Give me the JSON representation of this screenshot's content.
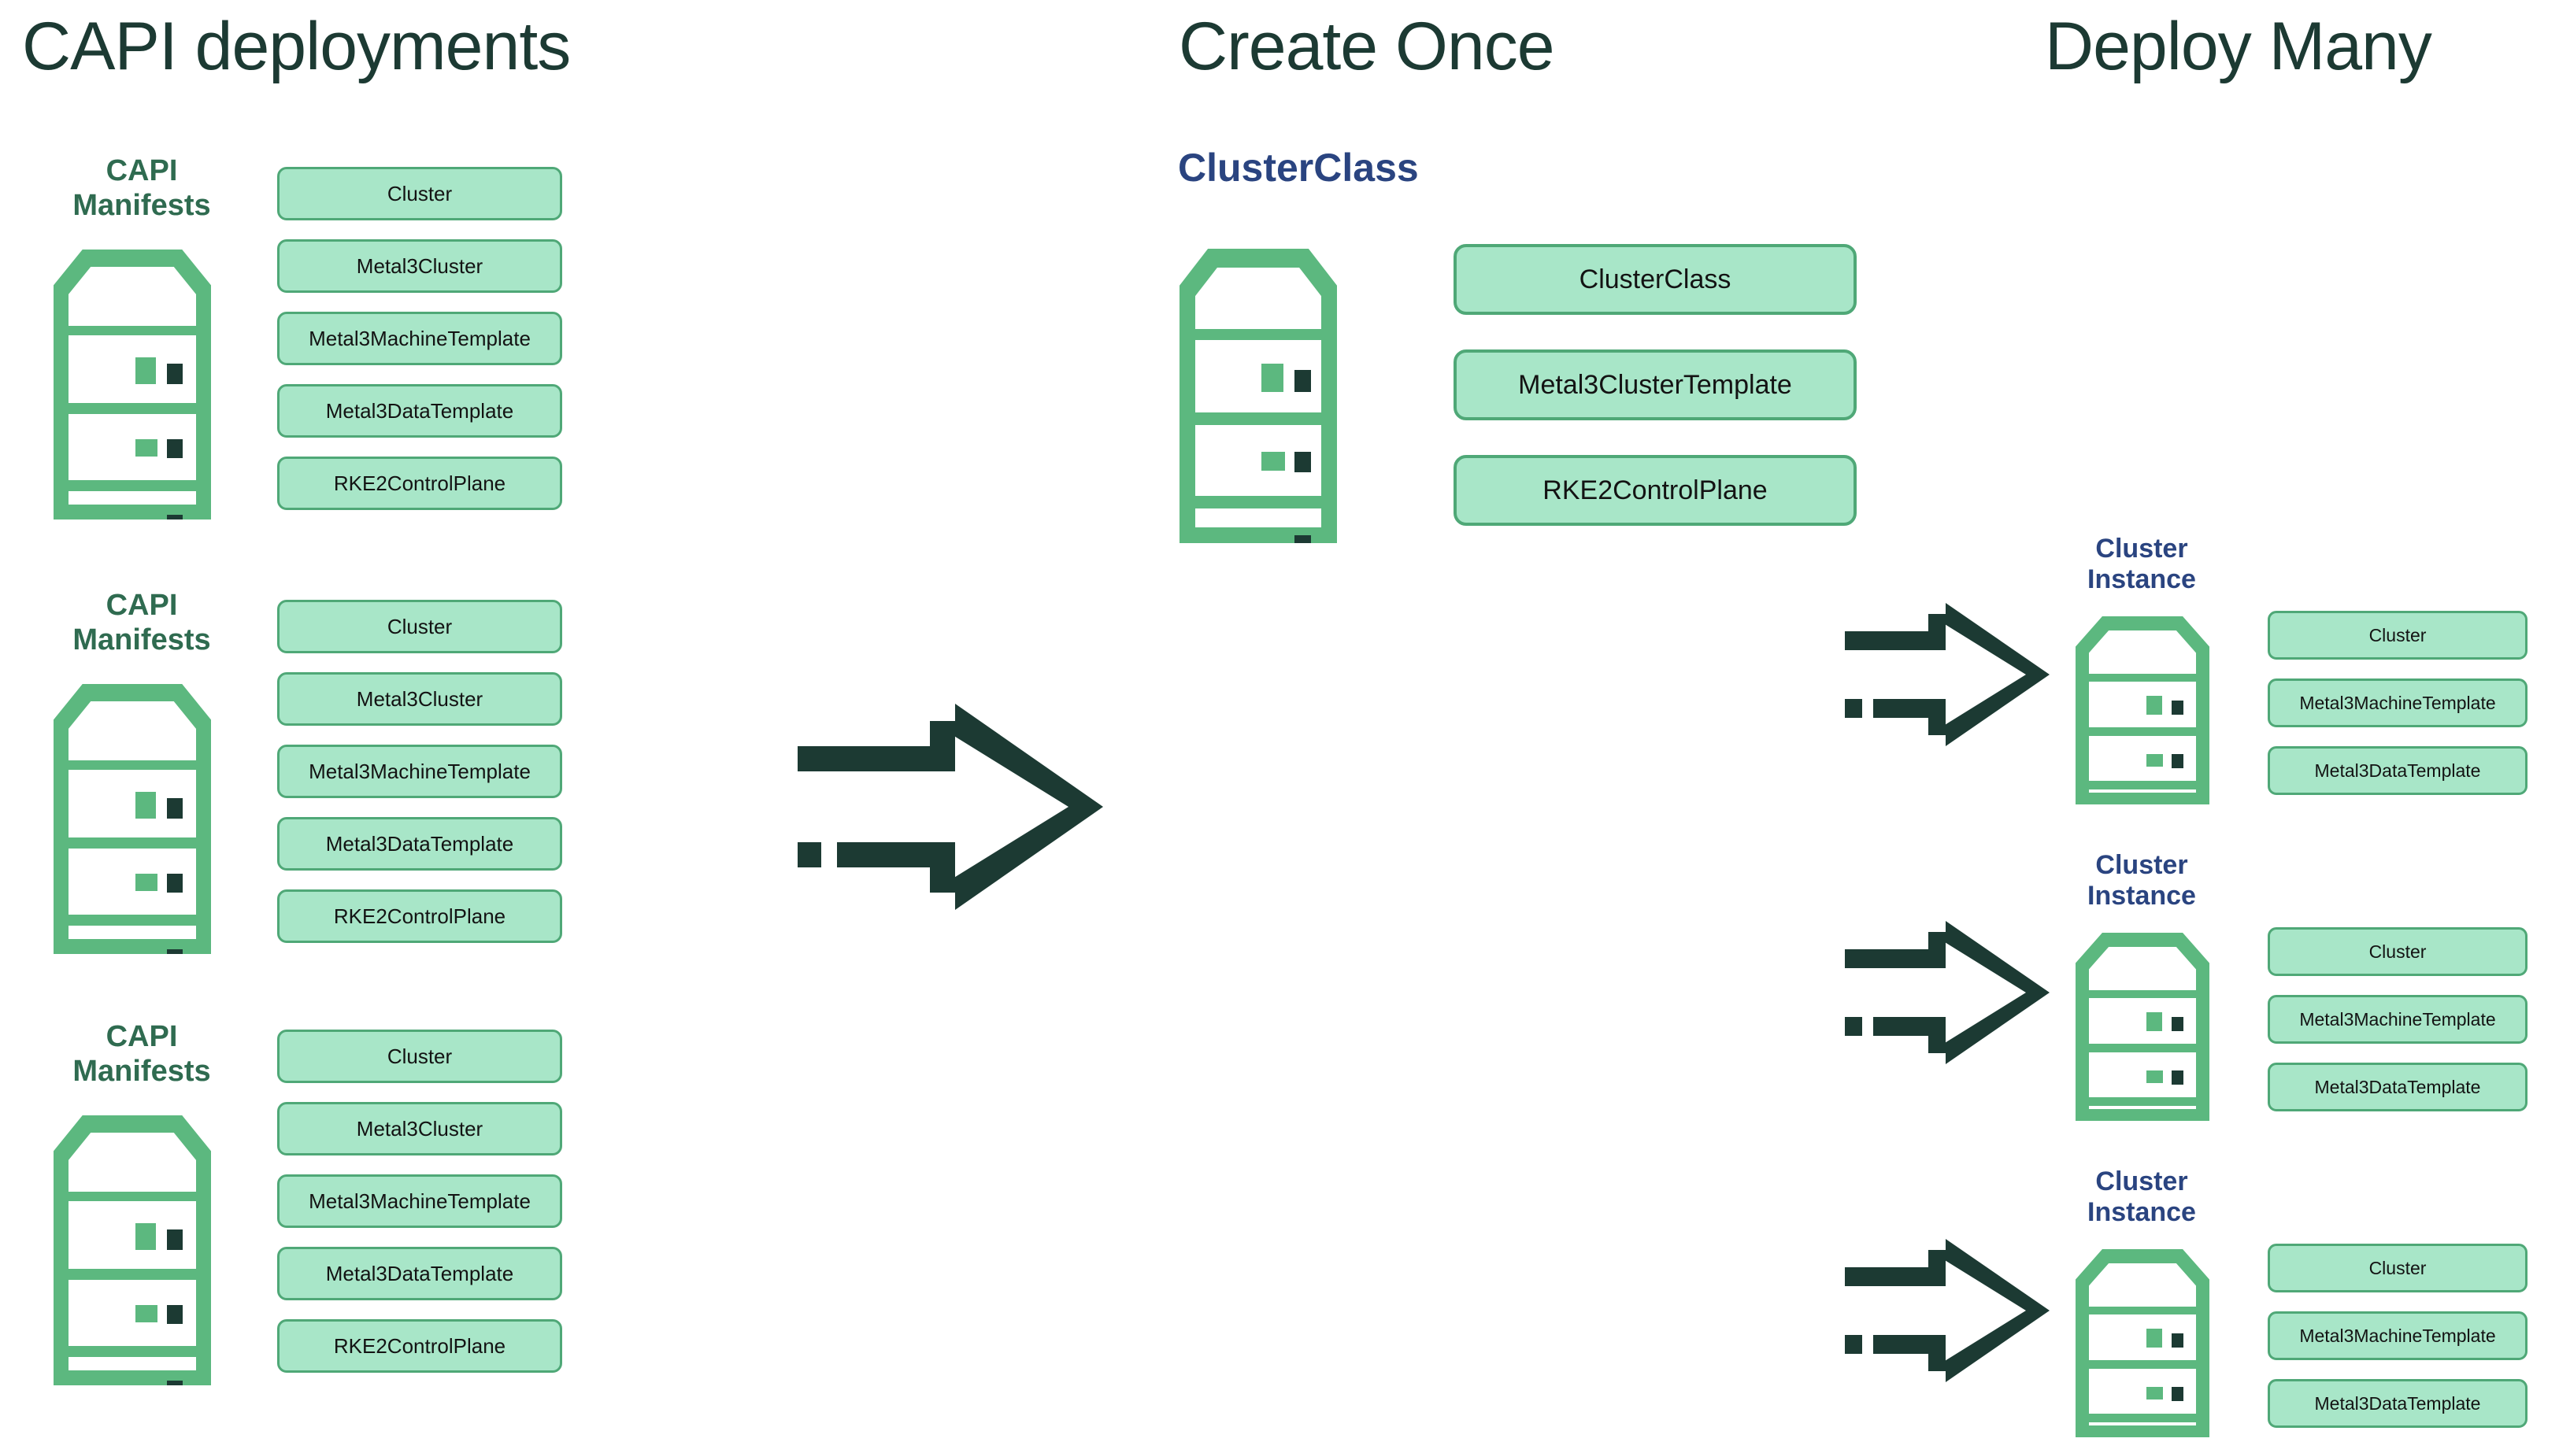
{
  "colors": {
    "mint_fill": "#A8E6C8",
    "mint_border": "#4FA877",
    "server_green": "#5CB87F",
    "dark_green_text": "#1C3A33",
    "caption_green": "#2F6B50",
    "navy": "#2A4480",
    "indicator_dark": "#1C3A33",
    "background": "#FFFFFF"
  },
  "headings": {
    "left": "CAPI deployments",
    "middle": "Create Once",
    "right": "Deploy Many"
  },
  "middle": {
    "subtitle": "ClusterClass",
    "boxes": [
      "ClusterClass",
      "Metal3ClusterTemplate",
      "RKE2ControlPlane"
    ]
  },
  "left_groups": [
    {
      "caption": "CAPI\nManifests",
      "boxes": [
        "Cluster",
        "Metal3Cluster",
        "Metal3MachineTemplate",
        "Metal3DataTemplate",
        "RKE2ControlPlane"
      ]
    },
    {
      "caption": "CAPI\nManifests",
      "boxes": [
        "Cluster",
        "Metal3Cluster",
        "Metal3MachineTemplate",
        "Metal3DataTemplate",
        "RKE2ControlPlane"
      ]
    },
    {
      "caption": "CAPI\nManifests",
      "boxes": [
        "Cluster",
        "Metal3Cluster",
        "Metal3MachineTemplate",
        "Metal3DataTemplate",
        "RKE2ControlPlane"
      ]
    }
  ],
  "right_groups": [
    {
      "caption": "Cluster\nInstance",
      "boxes": [
        "Cluster",
        "Metal3MachineTemplate",
        "Metal3DataTemplate"
      ]
    },
    {
      "caption": "Cluster\nInstance",
      "boxes": [
        "Cluster",
        "Metal3MachineTemplate",
        "Metal3DataTemplate"
      ]
    },
    {
      "caption": "Cluster\nInstance",
      "boxes": [
        "Cluster",
        "Metal3MachineTemplate",
        "Metal3DataTemplate"
      ]
    }
  ],
  "icons": {
    "server": "server-rack-icon",
    "arrow_big": "dashed-outline-arrow-right-icon",
    "arrow_small": "dashed-outline-arrow-right-icon"
  }
}
